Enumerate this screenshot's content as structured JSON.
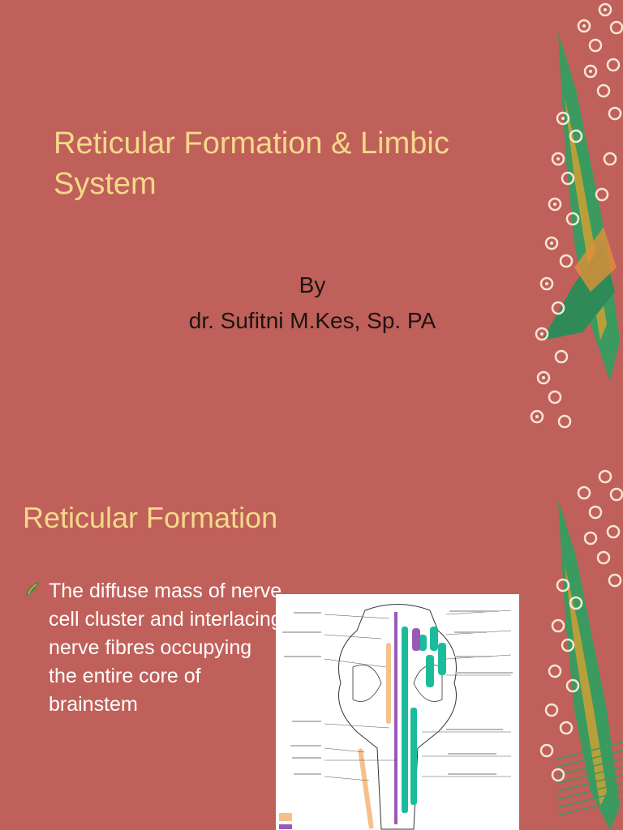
{
  "slide1": {
    "title": "Reticular Formation & Limbic System",
    "by": "By",
    "author": "dr. Sufitni M.Kes, Sp. PA"
  },
  "slide2": {
    "title": "Reticular Formation",
    "bullet": "The diffuse  mass of nerve cell cluster and interlacing nerve fibres occupying the entire core of brainstem"
  },
  "colors": {
    "background": "#c0605a",
    "title": "#f5d98a",
    "body_text": "#ffffff",
    "byline_text": "#1c1412",
    "decor_green": "#2e8b57",
    "diagram_teal": "#1abc9c",
    "diagram_peach": "#f5c08a",
    "diagram_purple": "#9b59b6"
  }
}
